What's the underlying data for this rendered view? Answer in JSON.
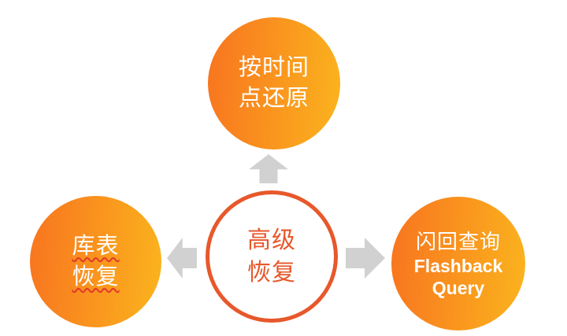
{
  "diagram": {
    "title_semantic": "advanced-recovery-feature-diagram",
    "background": "#ffffff",
    "colors": {
      "gradient_start": "#f8741f",
      "gradient_end": "#fbb41e",
      "center_border": "#e7582b",
      "center_text": "#e7582b",
      "node_text": "#ffffff",
      "arrow": "#d1d1d1",
      "squiggle": "#e03a2a"
    },
    "center": {
      "line1": "高级",
      "line2": "恢复"
    },
    "nodes": {
      "top": {
        "line1": "按时间",
        "line2": "点还原"
      },
      "left": {
        "line1": "库表",
        "line2": "恢复",
        "spellcheck_underline": true
      },
      "right": {
        "line1": "闪回查询",
        "line2": "Flashback",
        "line3": "Query"
      }
    },
    "icons": {
      "up_arrow": "block-arrow-up",
      "left_arrow": "block-arrow-left",
      "right_arrow": "block-arrow-right"
    }
  }
}
